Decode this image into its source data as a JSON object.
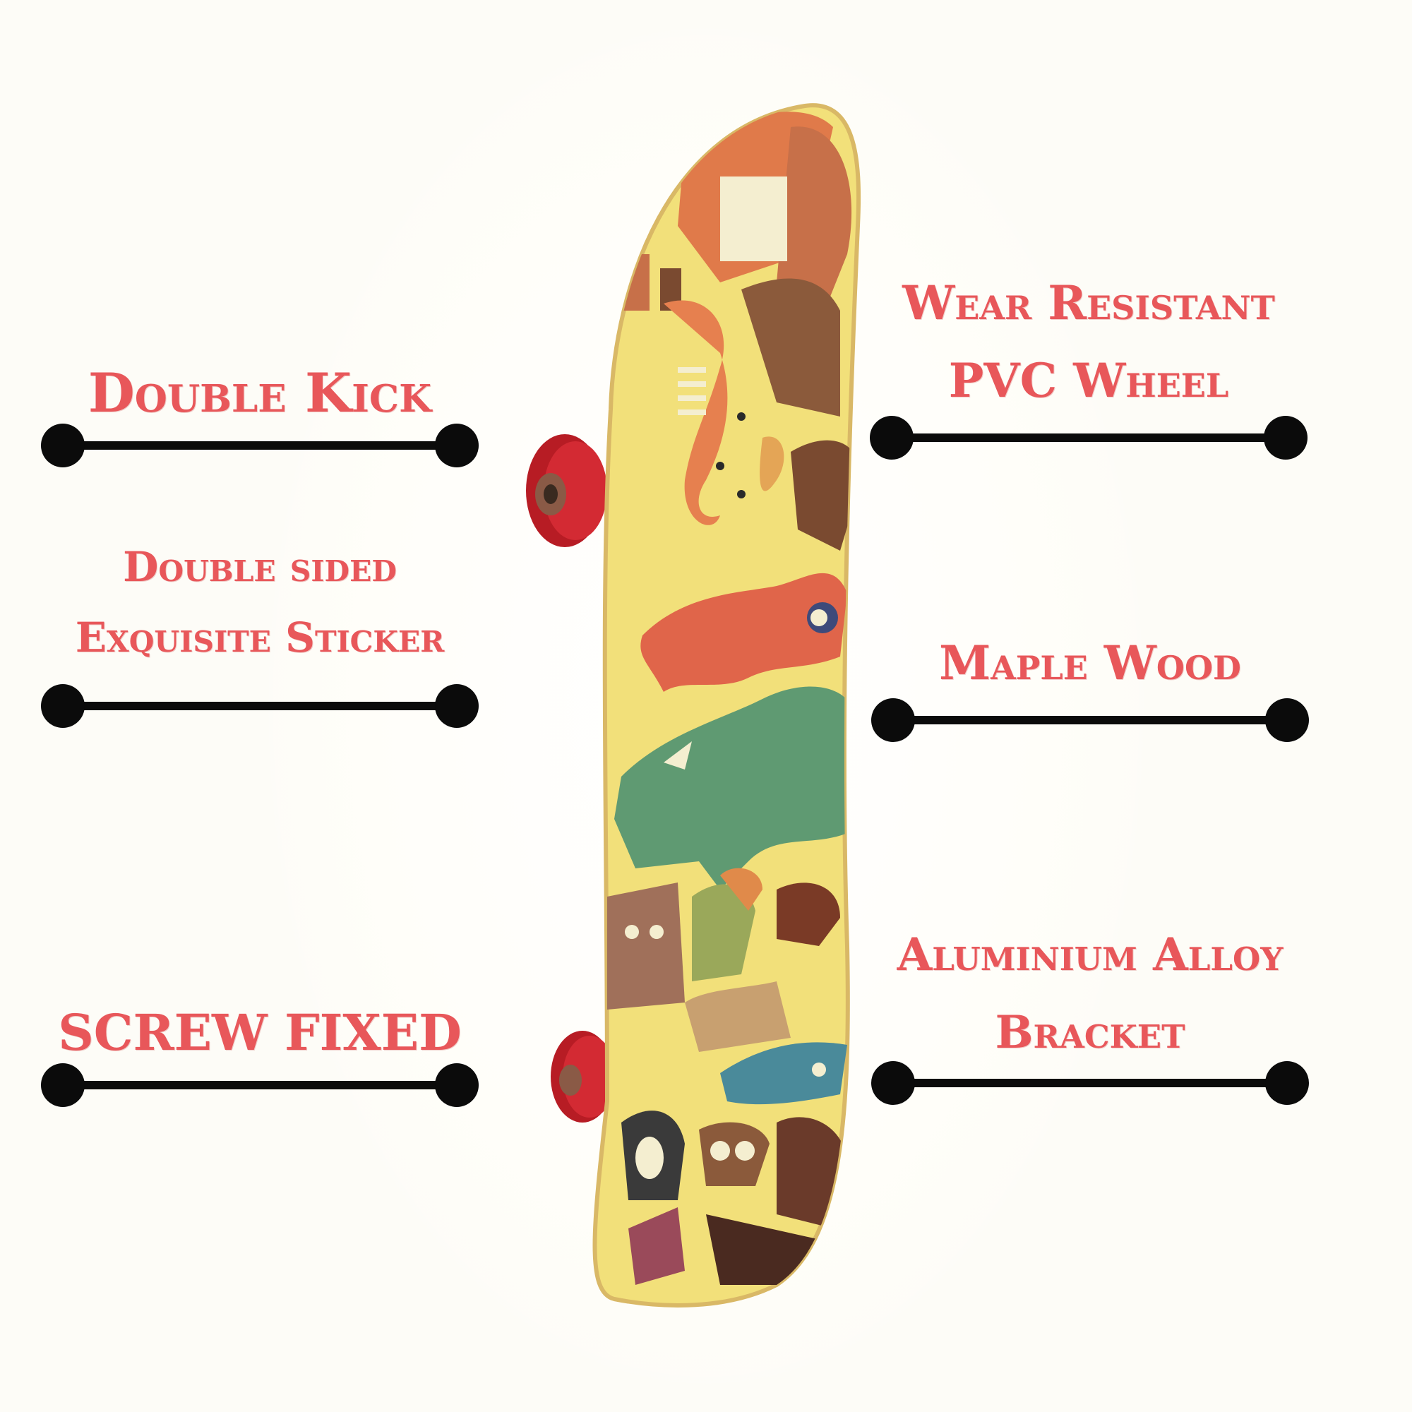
{
  "features": {
    "double_kick": "Double Kick",
    "double_sided_line1": "Double sided",
    "double_sided_line2": "Exquisite Sticker",
    "screw_fixed": "SCREW FIXED",
    "wear_resistant_line1": "Wear Resistant",
    "wear_resistant_line2": "PVC Wheel",
    "maple_wood": "Maple Wood",
    "aluminium_line1": "Aluminium Alloy",
    "aluminium_line2": "Bracket"
  },
  "colors": {
    "label_text": "#e8575a",
    "callout_line": "#0b0b0b",
    "deck_yellow": "#f2e07a",
    "wheel_red": "#c8242c",
    "background": "#fdfcf7"
  },
  "product": {
    "image": "skateboard-deck-with-animal-print",
    "wheels": 2
  }
}
